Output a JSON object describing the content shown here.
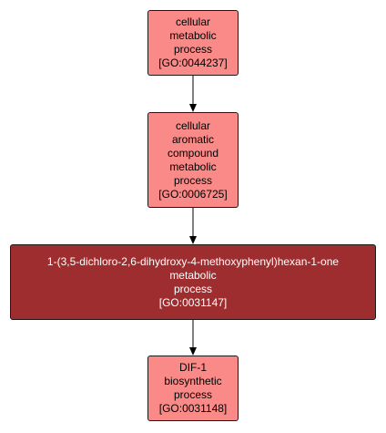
{
  "nodes": [
    {
      "id": "n1",
      "lines": [
        "cellular",
        "metabolic",
        "process",
        "[GO:0044237]"
      ],
      "selected": false
    },
    {
      "id": "n2",
      "lines": [
        "cellular",
        "aromatic",
        "compound",
        "metabolic",
        "process",
        "[GO:0006725]"
      ],
      "selected": false
    },
    {
      "id": "n3",
      "lines": [
        "1-(3,5-dichloro-2,6-dihydroxy-4-methoxyphenyl)hexan-1-one",
        "metabolic",
        "process",
        "[GO:0031147]"
      ],
      "selected": true
    },
    {
      "id": "n4",
      "lines": [
        "DIF-1",
        "biosynthetic",
        "process",
        "[GO:0031148]"
      ],
      "selected": false
    }
  ],
  "edges": [
    {
      "from": "n1",
      "to": "n2"
    },
    {
      "from": "n2",
      "to": "n3"
    },
    {
      "from": "n3",
      "to": "n4"
    }
  ],
  "colors": {
    "node_fill": "#f98a87",
    "selected_fill": "#9e2d2f",
    "selected_text": "#ffffff",
    "border": "#1a1a1a",
    "edge": "#000000"
  }
}
